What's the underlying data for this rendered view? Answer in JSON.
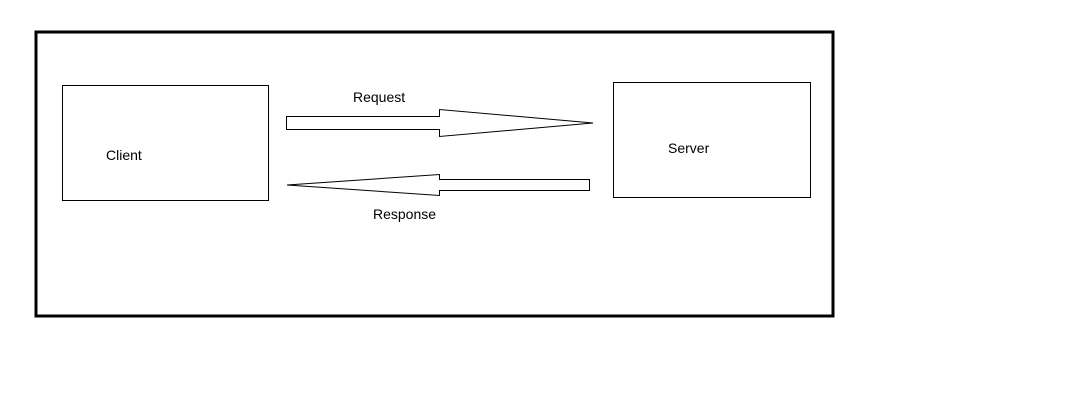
{
  "diagram": {
    "client": {
      "label": "Client"
    },
    "server": {
      "label": "Server"
    },
    "request": {
      "label": "Request"
    },
    "response": {
      "label": "Response"
    }
  },
  "colors": {
    "stroke": "#000000",
    "fill": "#ffffff",
    "background": "#ffffff"
  }
}
